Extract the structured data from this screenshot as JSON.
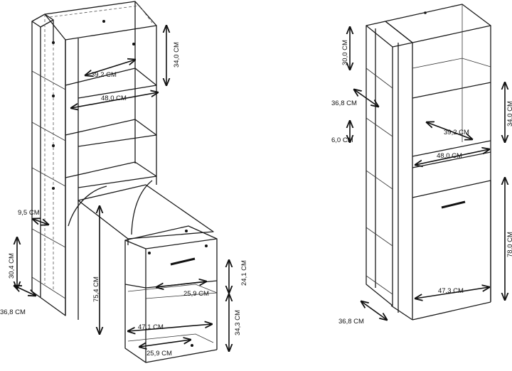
{
  "left_view": {
    "dims": {
      "shelf_height": "34,0 CM",
      "shelf_depth": "39,2 CM",
      "shelf_width": "48,0 CM",
      "side_gap": "9,5 CM",
      "lower_side_height": "30,4 CM",
      "cabinet_depth": "36,8 CM",
      "desk_height": "75,4 CM",
      "drawer_inner_depth_top": "25,9 CM",
      "drawer_front_height": "24,1 CM",
      "drawer_width": "47,1 CM",
      "bottom_drawer_height": "34,3 CM",
      "drawer_inner_depth_bottom": "25,9 CM"
    }
  },
  "right_view": {
    "dims": {
      "side_shelf_height": "30,0 CM",
      "side_depth": "36,8 CM",
      "side_gap": "6,0 CM",
      "shelf_height": "34,0 CM",
      "shelf_depth": "39,2 CM",
      "shelf_width": "48,0 CM",
      "door_height": "78,0 CM",
      "door_width": "47,3 CM",
      "base_depth": "36,8 CM"
    }
  }
}
